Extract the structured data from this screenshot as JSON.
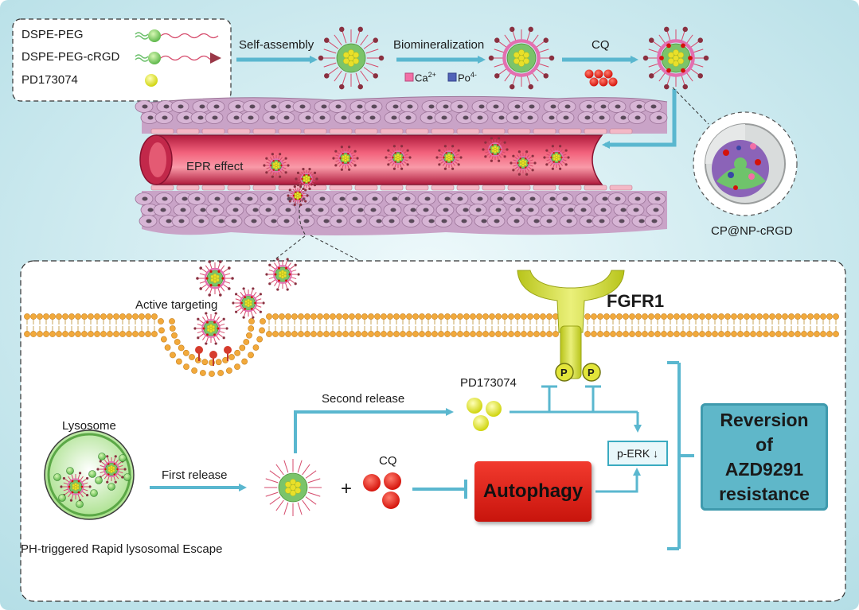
{
  "legend": {
    "items": [
      "DSPE-PEG",
      "DSPE-PEG-cRGD",
      "PD173074"
    ]
  },
  "steps": {
    "self_assembly": "Self-assembly",
    "biomineralization": "Biomineralization",
    "cq_top": "CQ",
    "ca_label": "Ca",
    "ca_sup": "2+",
    "po_label": "Po",
    "po_sup": "4-"
  },
  "vessel": {
    "epr": "EPR effect"
  },
  "nanoparticle": {
    "name": "CP@NP-cRGD"
  },
  "cell": {
    "active_targeting": "Active targeting",
    "receptor": "FGFR1",
    "phospho": "P",
    "drug": "PD173074",
    "second_release": "Second release",
    "first_release": "First release",
    "lysosome": "Lysosome",
    "escape": "PH-triggered Rapid lysosomal Escape",
    "cq": "CQ",
    "plus": "+",
    "autophagy": "Autophagy",
    "perk": "p-ERK",
    "perk_arrow": "↓",
    "result_lines": [
      "Reversion",
      "of",
      "AZD9291",
      "resistance"
    ]
  },
  "colors": {
    "background_teal": "#bfe4ea",
    "arrow_blue": "#5ab7cf",
    "vessel_red": "#e0405e",
    "tissue_purple": "#c9a3c7",
    "membrane_orange": "#f2a93b",
    "receptor_green": "#d7e12a",
    "cq_red": "#e8221c",
    "result_box": "#5fb7c9"
  }
}
